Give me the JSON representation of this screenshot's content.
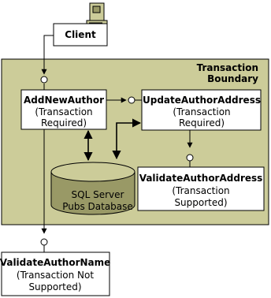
{
  "boundary": {
    "line1": "Transaction",
    "line2": "Boundary"
  },
  "client": {
    "label": "Client",
    "icon": "computer-icon"
  },
  "components": {
    "add_new_author": {
      "name": "AddNewAuthor",
      "line1": "(Transaction",
      "line2": "Required)"
    },
    "update_author_address": {
      "name": "UpdateAuthorAddress",
      "line1": "(Transaction",
      "line2": "Required)"
    },
    "validate_author_address": {
      "name": "ValidateAuthorAddress",
      "line1": "(Transaction",
      "line2": "Supported)"
    },
    "validate_author_name": {
      "name": "ValidateAuthorName",
      "line1": "(Transaction Not",
      "line2": "Supported)"
    }
  },
  "database": {
    "line1": "SQL Server",
    "line2": "Pubs Database",
    "icon": "database-icon"
  },
  "colors": {
    "boundary_fill": "#cccc99",
    "db_fill": "#999966",
    "db_top": "#cccc99",
    "stroke": "#000000"
  }
}
